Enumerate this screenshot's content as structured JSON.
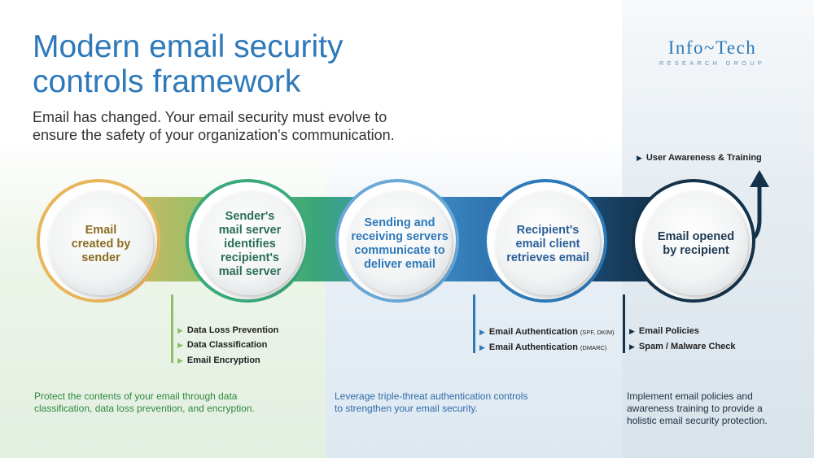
{
  "header": {
    "title_line1": "Modern email security",
    "title_line2": "controls framework",
    "subtitle_line1": "Email has changed. Your email security must evolve to",
    "subtitle_line2": "ensure the safety of your organization's communication."
  },
  "logo": {
    "main": "Info~Tech",
    "sub": "RESEARCH GROUP"
  },
  "steps": [
    {
      "lines": [
        "Email",
        "created by",
        "sender"
      ],
      "color": "#8a6d1f"
    },
    {
      "lines": [
        "Sender's",
        "mail server",
        "identifies",
        "recipient's",
        "mail server"
      ],
      "color": "#2b6e55"
    },
    {
      "lines": [
        "Sending and",
        "receiving servers",
        "communicate to",
        "deliver email"
      ],
      "color": "#2e79b9"
    },
    {
      "lines": [
        "Recipient's",
        "email client",
        "retrieves email"
      ],
      "color": "#2a5f98"
    },
    {
      "lines": [
        "Email opened",
        "by recipient"
      ],
      "color": "#1f3a52"
    }
  ],
  "controls": {
    "group1": [
      {
        "label": "Data Loss Prevention"
      },
      {
        "label": "Data Classification"
      },
      {
        "label": "Email Encryption"
      }
    ],
    "group2": [
      {
        "label": "Email Authentication",
        "note": "(SPF, DKIM)"
      },
      {
        "label": "Email Authentication",
        "note": "(DMARC)"
      }
    ],
    "group3": [
      {
        "label": "Email Policies"
      },
      {
        "label": "Spam / Malware Check"
      }
    ],
    "top": {
      "label": "User Awareness & Training"
    }
  },
  "descriptions": {
    "left_line1": "Protect the contents of your email through data",
    "left_line2": "classification, data loss prevention, and encryption.",
    "mid_line1": "Leverage triple-threat authentication controls",
    "mid_line2": "to strengthen your email security.",
    "right_line1": "Implement email policies and",
    "right_line2": "awareness training to provide a",
    "right_line3": "holistic email security protection."
  },
  "colors": {
    "brand_blue": "#2e79b9",
    "gold": "#e8b55a",
    "green": "#3aaa7a",
    "blue": "#2e79b9",
    "navy": "#14324a",
    "left_text": "#2f8a3e",
    "mid_text": "#2e6da8",
    "right_text": "#1e2f40"
  }
}
